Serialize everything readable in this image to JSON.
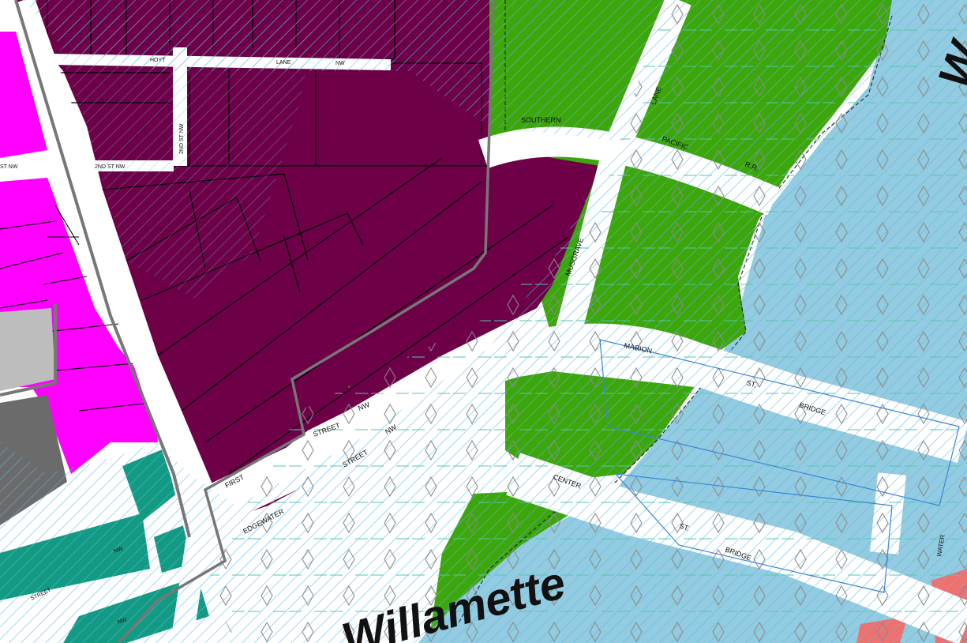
{
  "map": {
    "river_name": "Willamette",
    "river_name_partial": "W",
    "streets": {
      "hoyt_prefix": "HOYT",
      "hoyt_mid": "LANE",
      "hoyt_suffix": "NW",
      "second_vertical": "2ND ST NW",
      "second_horizontal": "2ND ST NW",
      "st_nw_short": "ST NW",
      "first": "FIRST",
      "street": "STREET",
      "nw": "NW",
      "edgewater": "EDGEWATER",
      "street2": "STREET",
      "nw2": "NW",
      "marion": "MARION",
      "st_bridge_a_st": "ST.",
      "st_bridge_a_bridge": "BRIDGE",
      "center": "CENTER",
      "st_bridge_b_st": "ST.",
      "st_bridge_b_bridge": "BRIDGE",
      "water": "WATER",
      "musgrave": "MUSGRAVE",
      "lane": "LANE",
      "southern": "SOUTHERN",
      "pacific": "PACIFIC",
      "rr": "R.R.",
      "street_sw": "STREET",
      "nw_sw": "NW",
      "nw_sw2": "NW"
    },
    "colors": {
      "industrial": "#6e0048",
      "commercial": "#ff00ff",
      "open_space": "#3da60a",
      "river": "#93cbe0",
      "teal_zone": "#139a82",
      "gray_zone": "#bdbdbd",
      "dark_gray_zone": "#6b6b6b",
      "salmon_zone": "#f0706e",
      "floodway_hatch": "#5cb8e8",
      "roads": "#ffffff",
      "boundary": "#777777"
    }
  }
}
